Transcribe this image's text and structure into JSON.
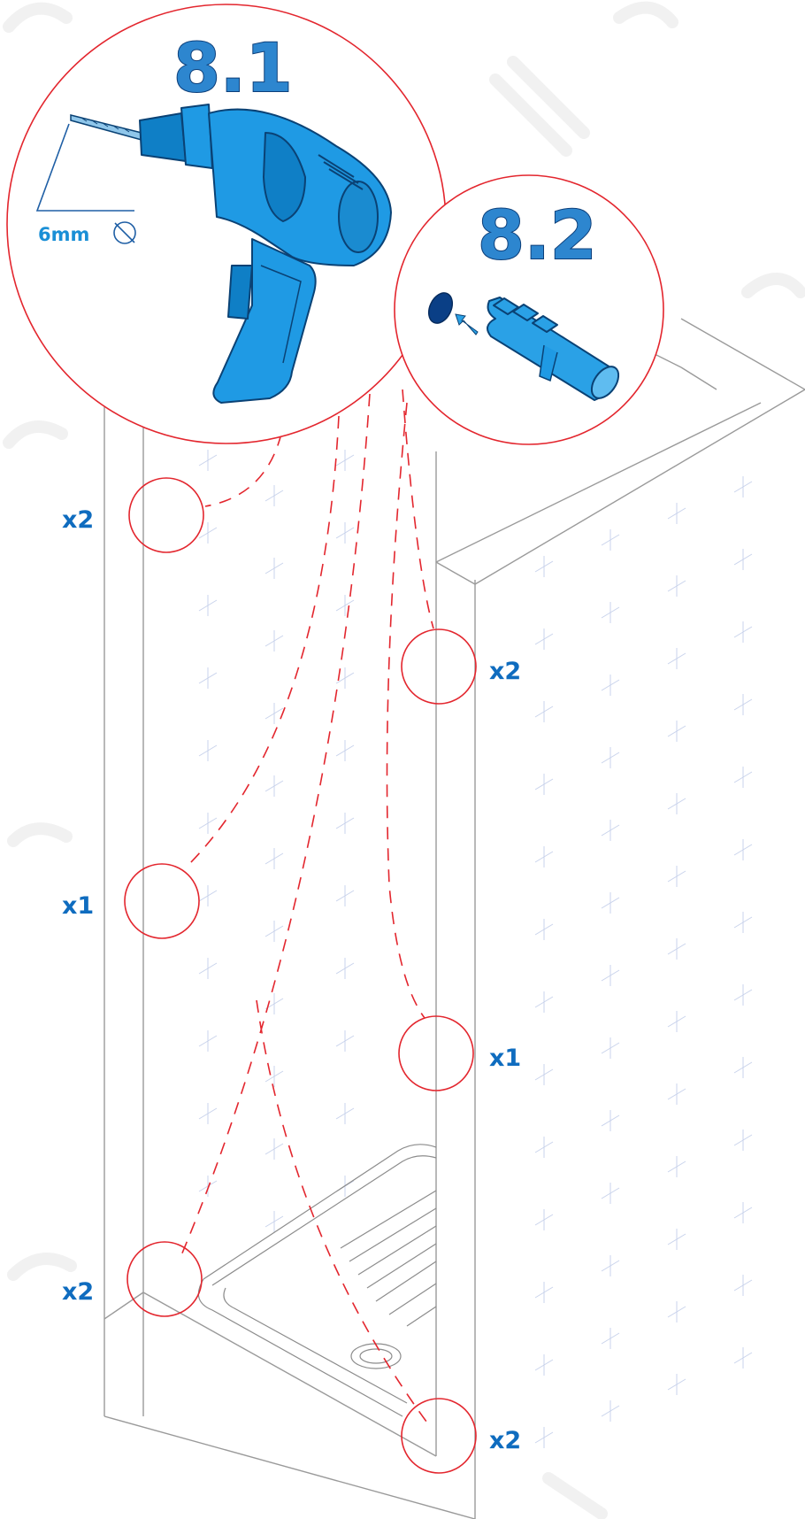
{
  "steps": {
    "drill_step": "8.1",
    "plug_step": "8.2"
  },
  "drill_bit_size": "6mm",
  "marks": {
    "top_left": "x2",
    "upper_right": "x2",
    "middle_left": "x1",
    "lower_right": "x1",
    "bottom_left": "x2",
    "bottom_right": "x2"
  },
  "colors": {
    "step_number": "#2d86cf",
    "quantity_text": "#0f6cbf",
    "marker_circle": "#e3262e",
    "tool": "#1f9ae4"
  },
  "icons": [
    "diameter-icon",
    "drill-icon",
    "wall-plug-icon",
    "drill-hole-icon",
    "insert-arrow-icon"
  ]
}
